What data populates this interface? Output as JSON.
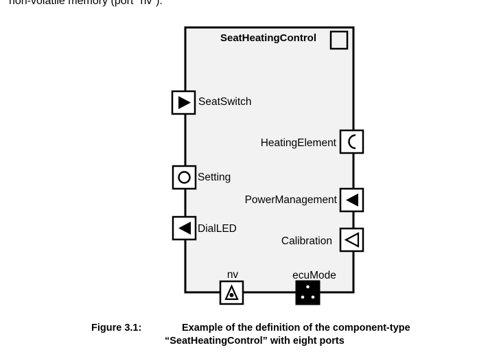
{
  "intro_text": "non-volatile memory (port \"nv\").",
  "component": {
    "name": "SeatHeatingControl",
    "ports": [
      {
        "name": "SeatSwitch",
        "icon": "triangle-right-filled-icon"
      },
      {
        "name": "Setting",
        "icon": "circle-outline-icon"
      },
      {
        "name": "DialLED",
        "icon": "triangle-left-filled-icon"
      },
      {
        "name": "HeatingElement",
        "icon": "half-circle-icon"
      },
      {
        "name": "PowerManagement",
        "icon": "triangle-left-filled-icon"
      },
      {
        "name": "Calibration",
        "icon": "triangle-left-outline-icon"
      },
      {
        "name": "nv",
        "icon": "triangle-dot-icon"
      },
      {
        "name": "ecuMode",
        "icon": "three-dots-icon"
      }
    ]
  },
  "caption": {
    "label": "Figure 3.1:",
    "line1": "Example of the definition of the component-type",
    "line2": "“SeatHeatingControl” with eight ports"
  }
}
